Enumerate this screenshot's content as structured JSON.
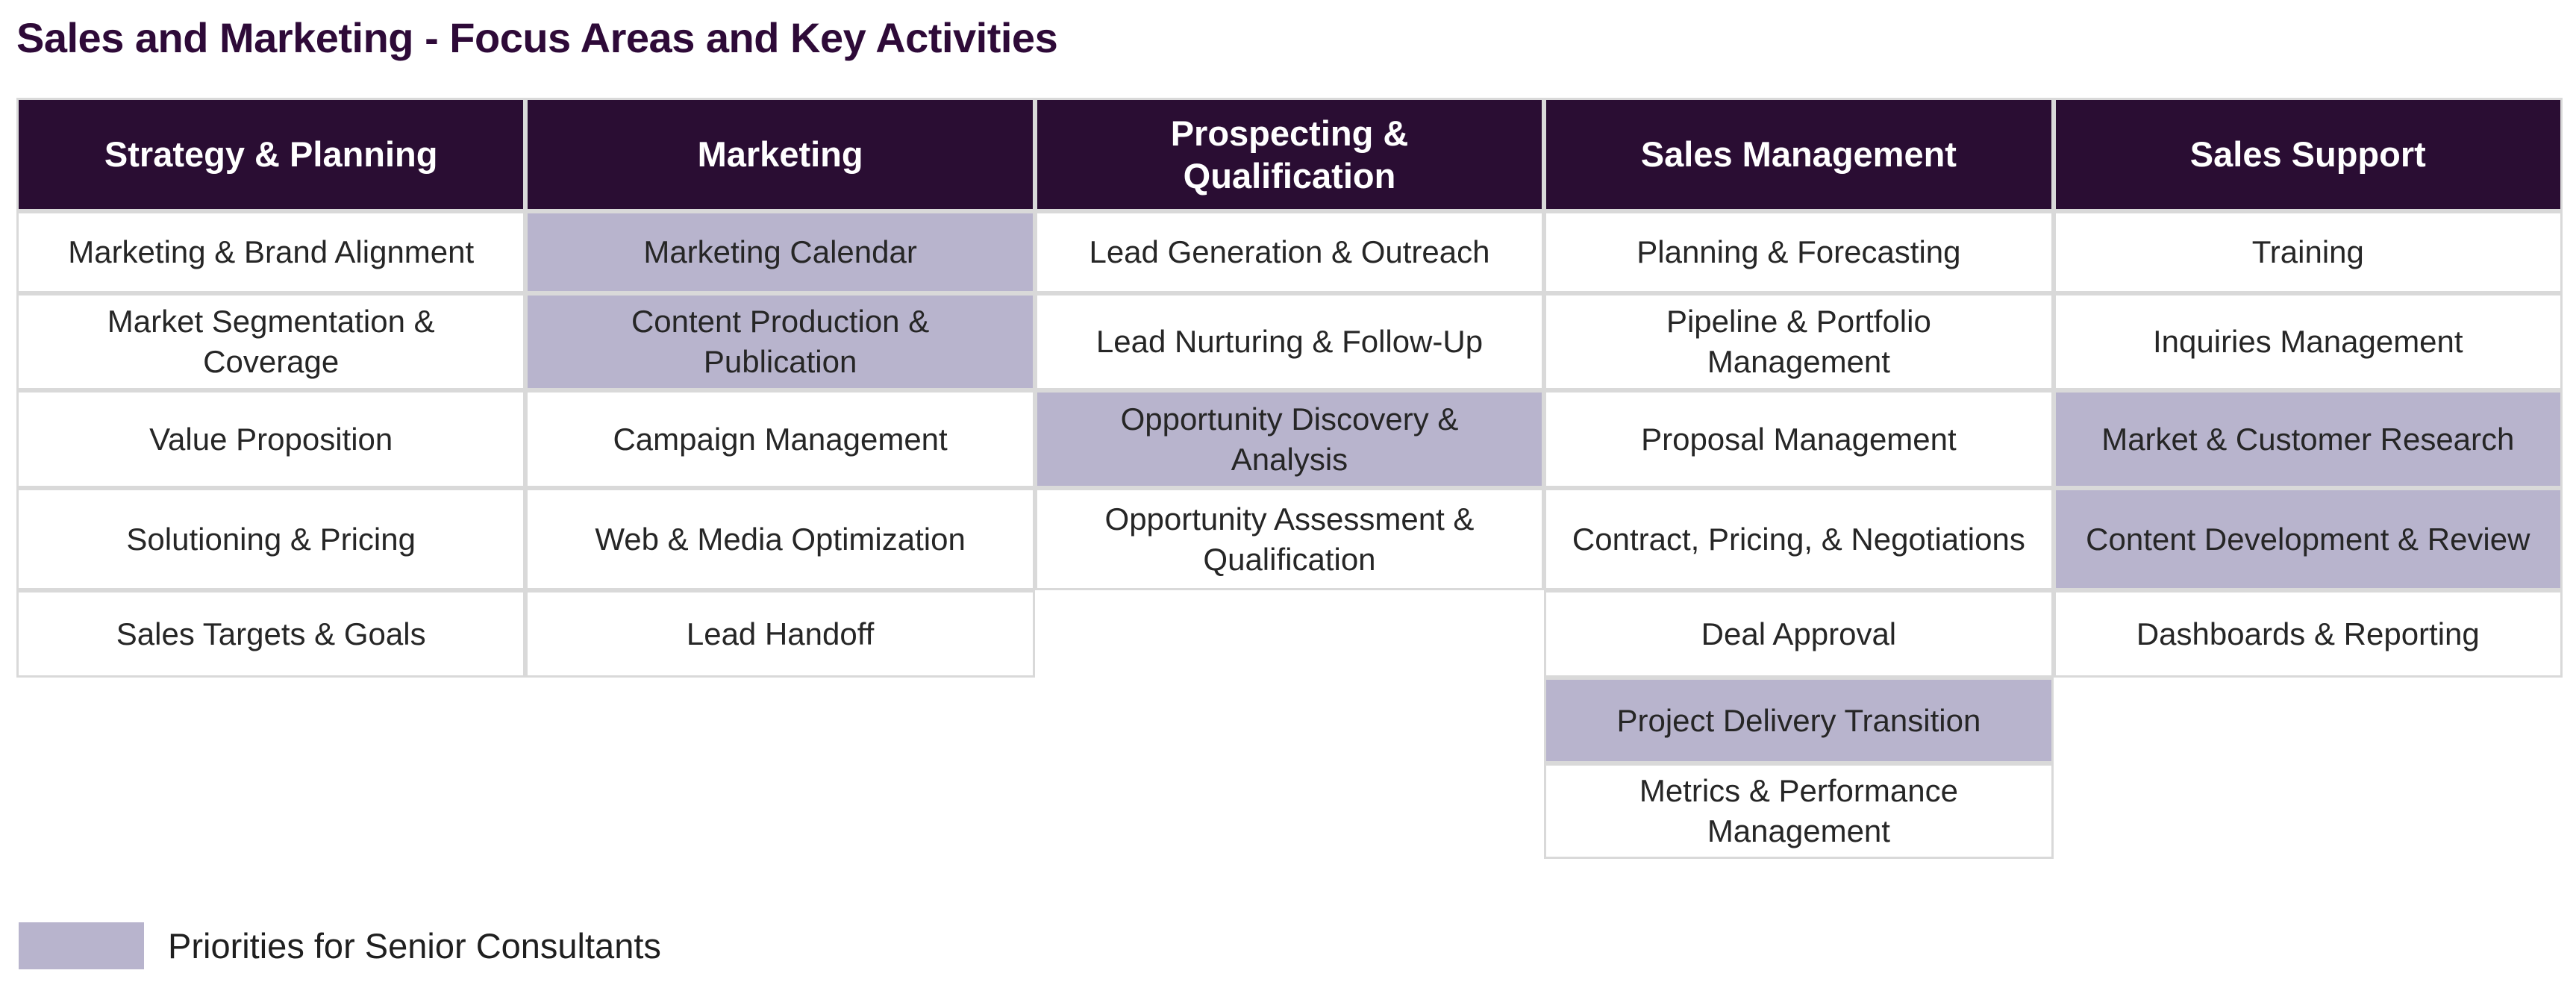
{
  "title": "Sales and Marketing - Focus Areas and Key Activities",
  "colors": {
    "title_text": "#2e0a38",
    "header_bg": "#2a0d33",
    "header_text": "#ffffff",
    "highlight": "#b8b4cd",
    "cell_border": "#d9d9d9",
    "body_text": "#262626"
  },
  "table": {
    "columns": [
      {
        "header": "Strategy & Planning",
        "cells": [
          {
            "label": "Marketing & Brand Alignment",
            "highlight": false
          },
          {
            "label": "Market Segmentation &\nCoverage",
            "highlight": false
          },
          {
            "label": "Value Proposition",
            "highlight": false
          },
          {
            "label": "Solutioning & Pricing",
            "highlight": false
          },
          {
            "label": "Sales Targets & Goals",
            "highlight": false
          }
        ]
      },
      {
        "header": "Marketing",
        "cells": [
          {
            "label": "Marketing Calendar",
            "highlight": true
          },
          {
            "label": "Content Production &\nPublication",
            "highlight": true
          },
          {
            "label": "Campaign Management",
            "highlight": false
          },
          {
            "label": "Web & Media Optimization",
            "highlight": false
          },
          {
            "label": "Lead Handoff",
            "highlight": false
          }
        ]
      },
      {
        "header": "Prospecting &\nQualification",
        "cells": [
          {
            "label": "Lead Generation & Outreach",
            "highlight": false
          },
          {
            "label": "Lead Nurturing & Follow-Up",
            "highlight": false
          },
          {
            "label": "Opportunity Discovery &\nAnalysis",
            "highlight": true
          },
          {
            "label": "Opportunity Assessment &\nQualification",
            "highlight": false
          }
        ]
      },
      {
        "header": "Sales Management",
        "cells": [
          {
            "label": "Planning & Forecasting",
            "highlight": false
          },
          {
            "label": "Pipeline & Portfolio\nManagement",
            "highlight": false
          },
          {
            "label": "Proposal Management",
            "highlight": false
          },
          {
            "label": "Contract, Pricing, & Negotiations",
            "highlight": false
          },
          {
            "label": "Deal Approval",
            "highlight": false
          },
          {
            "label": "Project Delivery Transition",
            "highlight": true
          },
          {
            "label": "Metrics & Performance\nManagement",
            "highlight": false
          }
        ]
      },
      {
        "header": "Sales Support",
        "cells": [
          {
            "label": "Training",
            "highlight": false
          },
          {
            "label": "Inquiries Management",
            "highlight": false
          },
          {
            "label": "Market & Customer Research",
            "highlight": true
          },
          {
            "label": "Content Development & Review",
            "highlight": true
          },
          {
            "label": "Dashboards & Reporting",
            "highlight": false
          }
        ]
      }
    ]
  },
  "legend": {
    "label": "Priorities for Senior Consultants"
  }
}
